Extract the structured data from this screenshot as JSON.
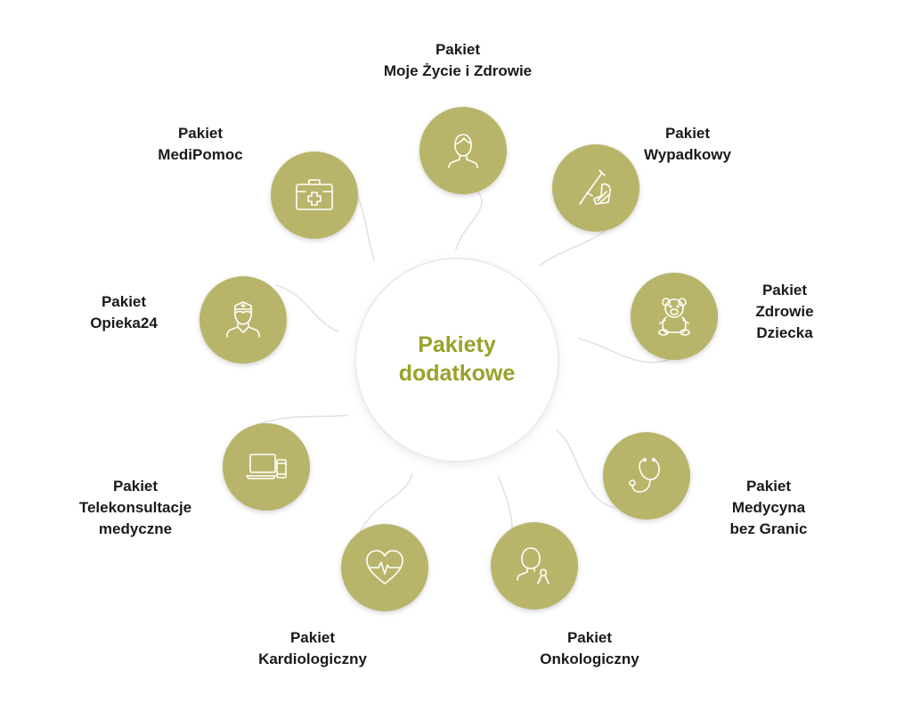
{
  "center": {
    "title": "Pakiety\ndodatkowe"
  },
  "colors": {
    "accent_text": "#9aa12b",
    "node_fill": "#b8b56a",
    "label_text": "#1a1a1a"
  },
  "packages": [
    {
      "id": "moje-zycie",
      "icon": "person-icon",
      "lines": [
        "Pakiet",
        "Moje Życie i Zdrowie"
      ]
    },
    {
      "id": "wypadkowy",
      "icon": "crutch-cast-icon",
      "lines": [
        "Pakiet",
        "Wypadkowy"
      ]
    },
    {
      "id": "zdrowie-dziecka",
      "icon": "teddy-bear-icon",
      "lines": [
        "Pakiet",
        "Zdrowie",
        "Dziecka"
      ]
    },
    {
      "id": "bez-granic",
      "icon": "stethoscope-icon",
      "lines": [
        "Pakiet",
        "Medycyna",
        "bez Granic"
      ]
    },
    {
      "id": "onkologiczny",
      "icon": "patient-ribbon-icon",
      "lines": [
        "Pakiet",
        "Onkologiczny"
      ]
    },
    {
      "id": "kardiologiczny",
      "icon": "heart-pulse-icon",
      "lines": [
        "Pakiet",
        "Kardiologiczny"
      ]
    },
    {
      "id": "telekonsultacje",
      "icon": "devices-icon",
      "lines": [
        "Pakiet",
        "Telekonsultacje",
        "medyczne"
      ]
    },
    {
      "id": "opieka24",
      "icon": "nurse-icon",
      "lines": [
        "Pakiet",
        "Opieka24"
      ]
    },
    {
      "id": "medipomoc",
      "icon": "first-aid-kit-icon",
      "lines": [
        "Pakiet",
        "MediPomoc"
      ]
    }
  ]
}
